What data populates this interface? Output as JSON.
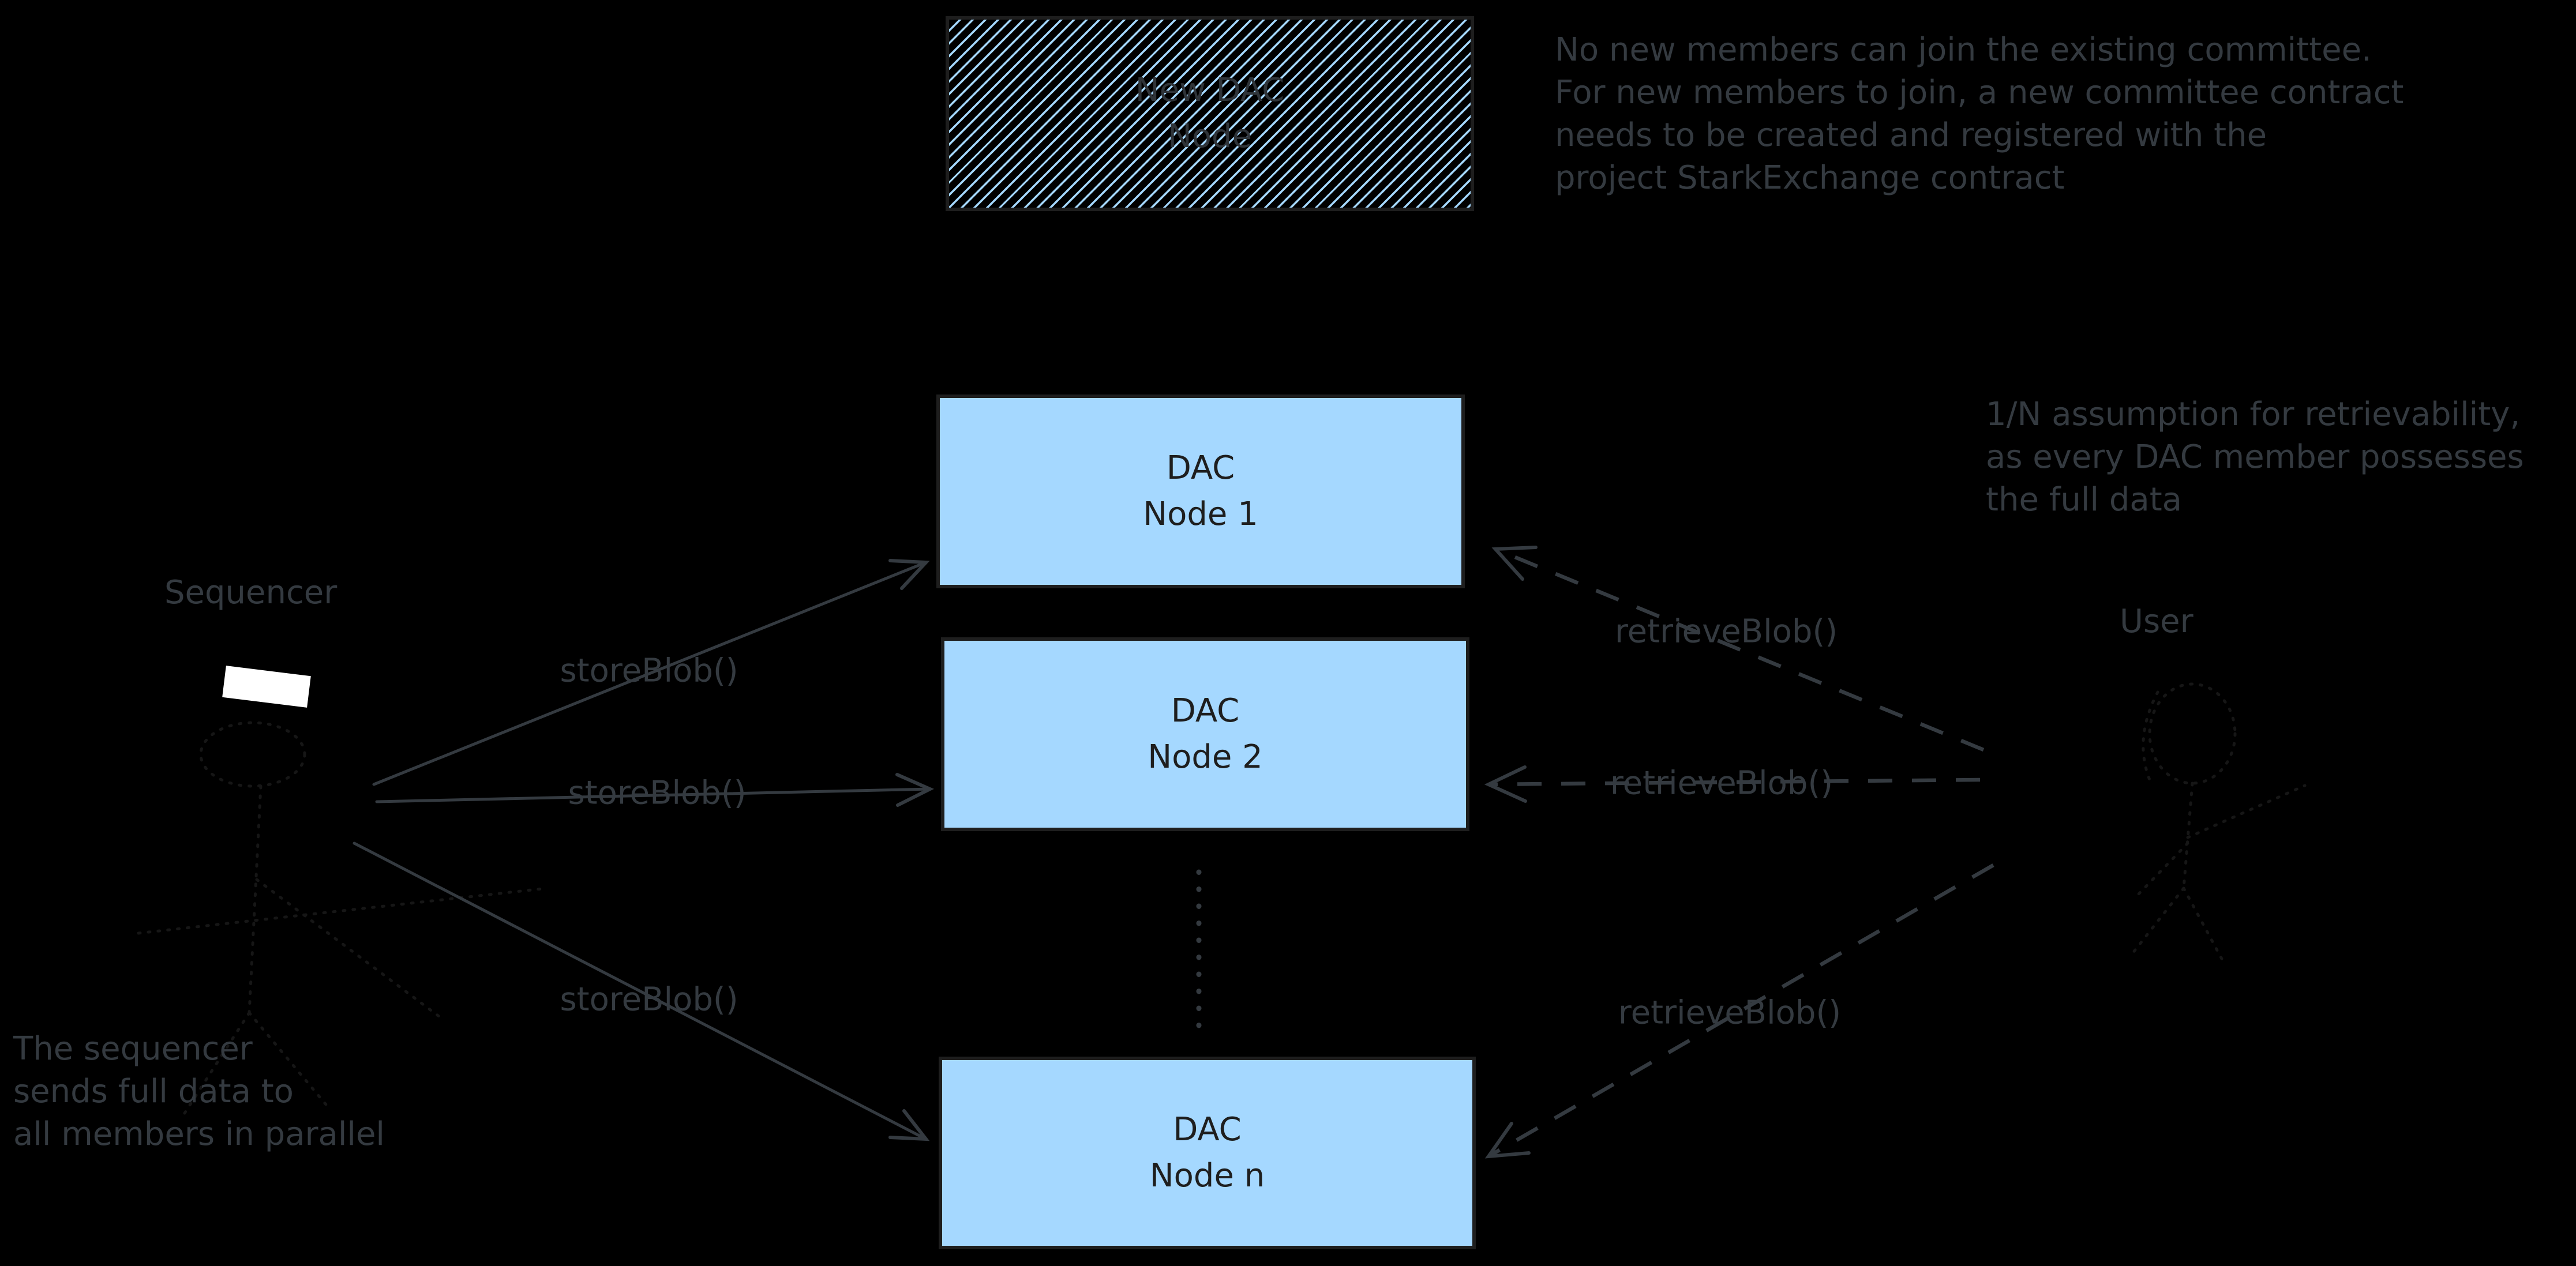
{
  "colors": {
    "bg": "#000000",
    "node_fill": "#a5d8ff",
    "node_border": "#1e1e1e",
    "node_text": "#1e1e1e",
    "hatch_line": "#a5d8ff",
    "hatch_text": "#2f3439",
    "annotation": "#343a40",
    "sequencer_hat": "#ffffff"
  },
  "nodes": {
    "new_dac": {
      "line1": "New DAC",
      "line2": "Node"
    },
    "node1": {
      "line1": "DAC",
      "line2": "Node 1"
    },
    "node2": {
      "line1": "DAC",
      "line2": "Node 2"
    },
    "node_n": {
      "line1": "DAC",
      "line2": "Node n"
    }
  },
  "actors": {
    "sequencer_label": "Sequencer",
    "user_label": "User"
  },
  "edge_labels": {
    "store_1": "storeBlob()",
    "store_2": "storeBlob()",
    "store_3": "storeBlob()",
    "retrieve_1": "retrieveBlob()",
    "retrieve_2": "retrieveBlob()",
    "retrieve_3": "retrieveBlob()"
  },
  "annotations": {
    "committee_note": [
      "No new members can join the existing committee.",
      "For new members to join, a new committee contract",
      "needs to be created and registered with the",
      "project StarkExchange contract"
    ],
    "retrievability_note": [
      "1/N assumption for retrievability,",
      "as every DAC member possesses",
      "the full data"
    ],
    "sequencer_note": [
      "The sequencer",
      "sends full data to",
      "all members in parallel"
    ]
  }
}
